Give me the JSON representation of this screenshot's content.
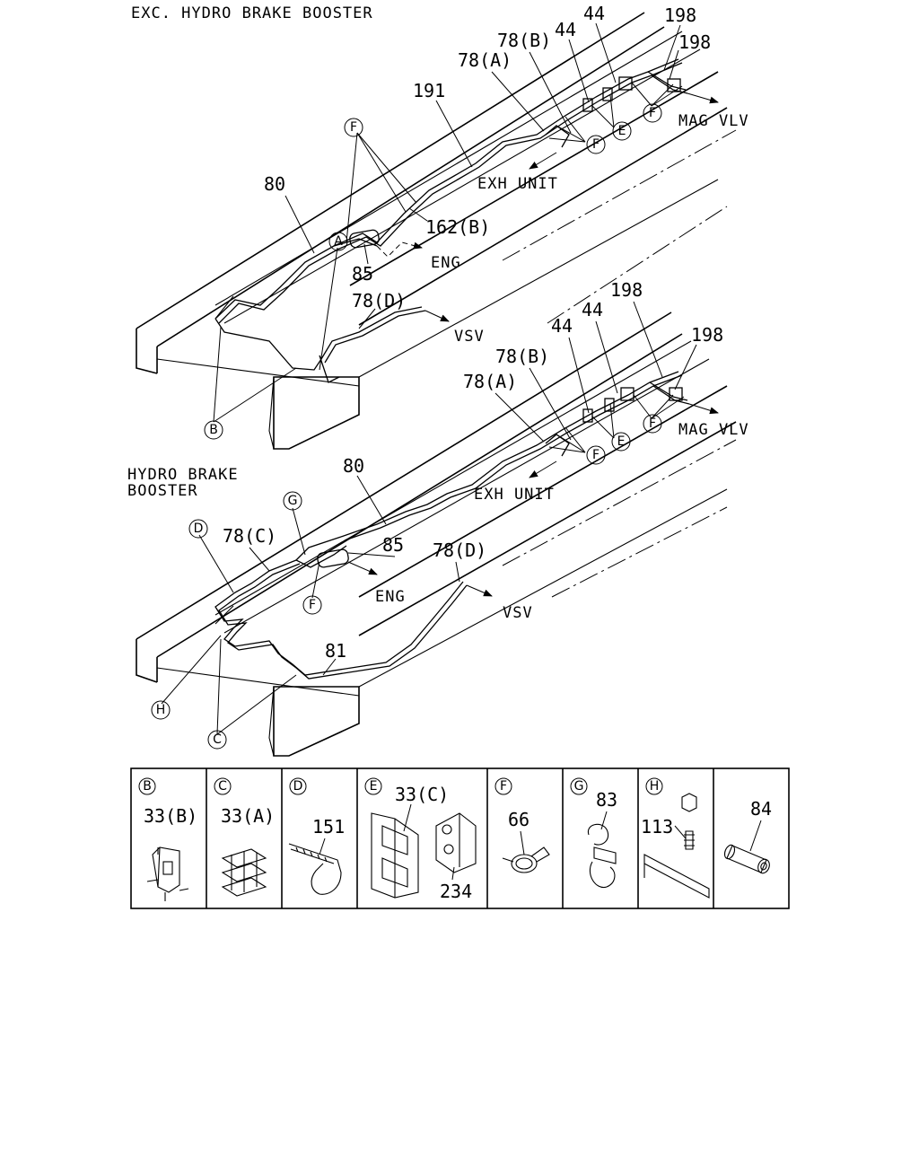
{
  "top_view": {
    "title": "EXC. HYDRO BRAKE BOOSTER",
    "parts": {
      "p198a": "198",
      "p198b": "198",
      "p44a": "44",
      "p44b": "44",
      "p78b": "78(B)",
      "p78a": "78(A)",
      "p191": "191",
      "p80": "80",
      "p162b": "162(B)",
      "p85": "85",
      "p78d": "78(D)"
    },
    "destinations": {
      "mag_vlv": "MAG VLV",
      "exh_unit": "EXH UNIT",
      "eng": "ENG",
      "vsv": "VSV"
    },
    "markers": {
      "F1": "F",
      "F2": "F",
      "F3": "F",
      "E": "E",
      "A": "A",
      "B": "B"
    }
  },
  "bottom_view": {
    "title_line1": "HYDRO BRAKE",
    "title_line2": "BOOSTER",
    "parts": {
      "p198a": "198",
      "p198b": "198",
      "p44a": "44",
      "p44b": "44",
      "p78b": "78(B)",
      "p78a": "78(A)",
      "p80": "80",
      "p78c": "78(C)",
      "p85": "85",
      "p78d": "78(D)",
      "p81": "81"
    },
    "destinations": {
      "mag_vlv": "MAG VLV",
      "exh_unit": "EXH UNIT",
      "eng": "ENG",
      "vsv": "VSV"
    },
    "markers": {
      "F1": "F",
      "F2": "F",
      "F3": "F",
      "E": "E",
      "G": "G",
      "D": "D",
      "H": "H",
      "C": "C"
    }
  },
  "legend": [
    {
      "marker": "B",
      "parts": [
        "33(B)"
      ],
      "icon": "clip-33b-icon"
    },
    {
      "marker": "C",
      "parts": [
        "33(A)"
      ],
      "icon": "clip-33a-icon"
    },
    {
      "marker": "D",
      "parts": [
        "151"
      ],
      "icon": "cable-tie-icon"
    },
    {
      "marker": "E",
      "parts": [
        "33(C)",
        "234"
      ],
      "icon": "double-clip-icon"
    },
    {
      "marker": "F",
      "parts": [
        "66"
      ],
      "icon": "hose-clamp-icon"
    },
    {
      "marker": "G",
      "parts": [
        "83"
      ],
      "icon": "hose-clip-icon"
    },
    {
      "marker": "H",
      "parts": [
        "113"
      ],
      "icon": "bolt-nut-icon"
    },
    {
      "marker": "",
      "parts": [
        "84"
      ],
      "icon": "sleeve-tube-icon"
    }
  ]
}
